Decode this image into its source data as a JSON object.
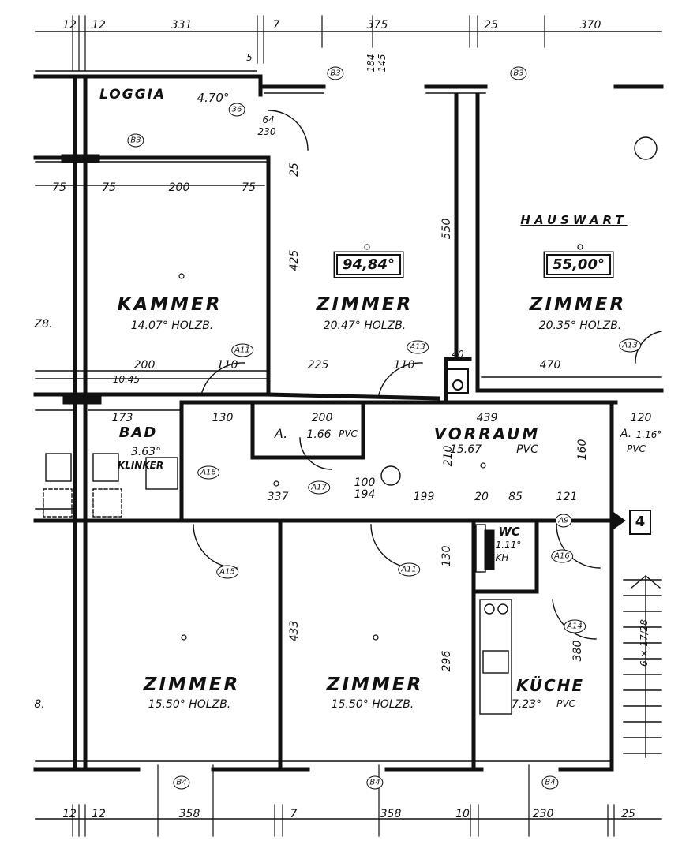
{
  "rooms": {
    "loggia": {
      "name": "LOGGIA",
      "area": "4.70°"
    },
    "kammer": {
      "name": "KAMMER",
      "detail": "14.07° HOLZB."
    },
    "zimmer_mid_top": {
      "name": "ZIMMER",
      "detail": "20.47° HOLZB."
    },
    "zimmer_right_top": {
      "name": "ZIMMER",
      "detail": "20.35° HOLZB."
    },
    "bad": {
      "name": "BAD",
      "area": "3.63°",
      "floor": "KLINKER"
    },
    "vorraum": {
      "name": "VORRAUM",
      "area": "15.67",
      "floor": "PVC"
    },
    "abstell": {
      "label": "A.",
      "area": "1.66",
      "floor": "PVC"
    },
    "abstell_right": {
      "label": "A.",
      "area": "1.16°",
      "floor": "PVC"
    },
    "wc": {
      "name": "WC",
      "area": "1.11°",
      "floor": "KH"
    },
    "zimmer_bottom_left": {
      "name": "ZIMMER",
      "detail": "15.50° HOLZB."
    },
    "zimmer_bottom_mid": {
      "name": "ZIMMER",
      "detail": "15.50° HOLZB."
    },
    "kueche": {
      "name": "KÜCHE",
      "area": "7.23°",
      "floor": "PVC"
    },
    "edge_left_top": "Z8.",
    "edge_left_bot": "8."
  },
  "header_label": "HAUSWART",
  "unit_areas": [
    "94,84°",
    "55,00°"
  ],
  "stair_number": "4",
  "stair_dim": "6 × 17/28",
  "dims_top": [
    "12",
    "12",
    "331",
    "7",
    "375",
    "25",
    "370"
  ],
  "dims_bottom": [
    "12",
    "12",
    "358",
    "7",
    "358",
    "10",
    "230",
    "25"
  ],
  "dims_loggia": [
    "75",
    "75",
    "200",
    "75"
  ],
  "dims_corridor_top": [
    "200",
    "110",
    "225",
    "110",
    "470",
    "10.45"
  ],
  "dims_corridor": [
    "173",
    "130",
    "200",
    "439",
    "120",
    "337",
    "100",
    "194",
    "199",
    "20",
    "85",
    "121"
  ],
  "dims_vertical": [
    "425",
    "550",
    "433",
    "296",
    "380",
    "210",
    "160",
    "130",
    "25"
  ],
  "tags": [
    "B3",
    "B3",
    "B3",
    "B4",
    "B4",
    "B4",
    "36",
    "A11",
    "A13",
    "A13",
    "A16",
    "A17",
    "A15",
    "A11",
    "A9",
    "A16",
    "A14"
  ],
  "small": [
    "184",
    "145",
    "230",
    "64",
    "5",
    "40"
  ]
}
